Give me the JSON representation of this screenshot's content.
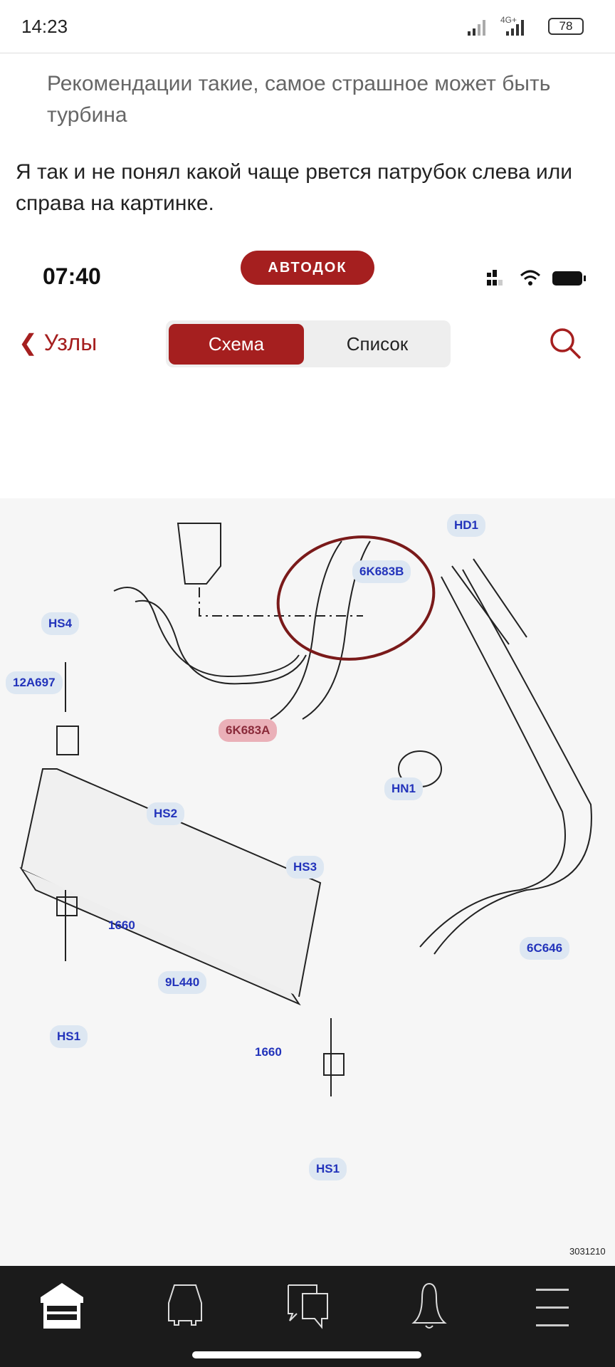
{
  "status_bar": {
    "time": "14:23",
    "network": "4G+",
    "battery": "78"
  },
  "post": {
    "quote": "Рекомендации такие, самое страшное может быть турбина",
    "text": "Я так и не понял какой чаще рвется патрубок слева или справа на картинке."
  },
  "embedded_screenshot": {
    "time": "07:40",
    "logo": "АВТОДОК",
    "back_label": "Узлы",
    "tabs": [
      {
        "label": "Схема",
        "active": true
      },
      {
        "label": "Список",
        "active": false
      }
    ],
    "accent": "#a51f1f",
    "diagram": {
      "labels": [
        "HD1",
        "6K683B",
        "HS4",
        "12A697",
        "6K683A",
        "HS2",
        "HN1",
        "HS3",
        "1660",
        "6C646",
        "9L440",
        "HS1",
        "1660",
        "HS1"
      ],
      "highlighted": "6K683A",
      "code": "3031210"
    }
  },
  "bottom_nav": [
    "garage-icon",
    "car-icon",
    "chat-icon",
    "bell-icon",
    "menu-icon"
  ]
}
